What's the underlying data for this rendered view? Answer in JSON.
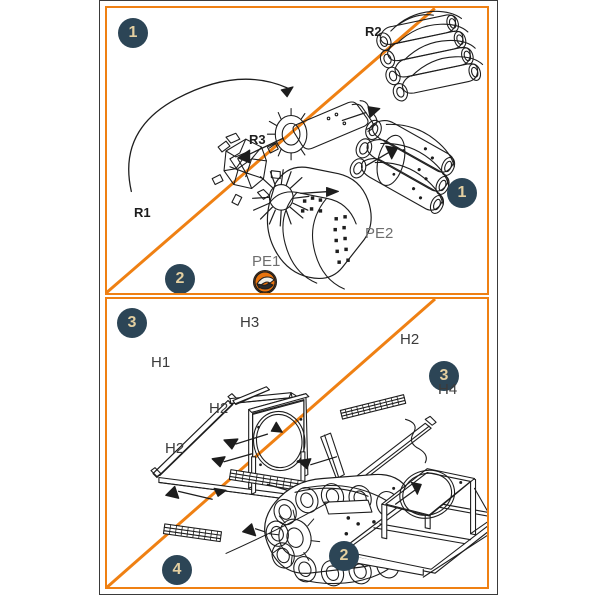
{
  "document": {
    "kind": "scale-model-assembly-instruction-sheet",
    "background_color": "#ffffff",
    "frame_color": "#3a3a3a",
    "panel_border_color": "#ef8013",
    "badge_color": "#2c4556",
    "badge_text_color": "#e3cfa0",
    "icon_color": "#e8730d",
    "line_art_color": "#1d1d1d"
  },
  "panels": [
    {
      "id": "panel-1",
      "badges": [
        {
          "name": "step-badge-1",
          "text": "1"
        },
        {
          "name": "step-badge-2",
          "text": "2"
        },
        {
          "name": "step-badge-1-sub",
          "text": "1"
        }
      ],
      "labels": [
        {
          "name": "part-label-r2",
          "text": "R2",
          "style": "bold"
        },
        {
          "name": "part-label-r3",
          "text": "R3",
          "style": "bold"
        },
        {
          "name": "part-label-r1",
          "text": "R1",
          "style": "bold"
        },
        {
          "name": "part-label-pe1",
          "text": "PE1",
          "style": "grey"
        },
        {
          "name": "part-label-pe2",
          "text": "PE2",
          "style": "grey"
        }
      ],
      "icons": [
        {
          "name": "photoetch-bend-icon",
          "for": "PE1"
        }
      ]
    },
    {
      "id": "panel-2",
      "badges": [
        {
          "name": "step-badge-3",
          "text": "3"
        },
        {
          "name": "step-badge-4",
          "text": "4"
        },
        {
          "name": "step-badge-2-sub",
          "text": "2"
        },
        {
          "name": "step-badge-3-sub",
          "text": "3"
        }
      ],
      "labels": [
        {
          "name": "part-label-h3",
          "text": "H3",
          "style": "dark"
        },
        {
          "name": "part-label-h2-top",
          "text": "H2",
          "style": "dark"
        },
        {
          "name": "part-label-h1",
          "text": "H1",
          "style": "dark"
        },
        {
          "name": "part-label-h4",
          "text": "H4",
          "style": "dark"
        },
        {
          "name": "part-label-h2-mid",
          "text": "H2",
          "style": "dark"
        },
        {
          "name": "part-label-h2-low",
          "text": "H2",
          "style": "dark"
        }
      ],
      "icons": []
    }
  ]
}
